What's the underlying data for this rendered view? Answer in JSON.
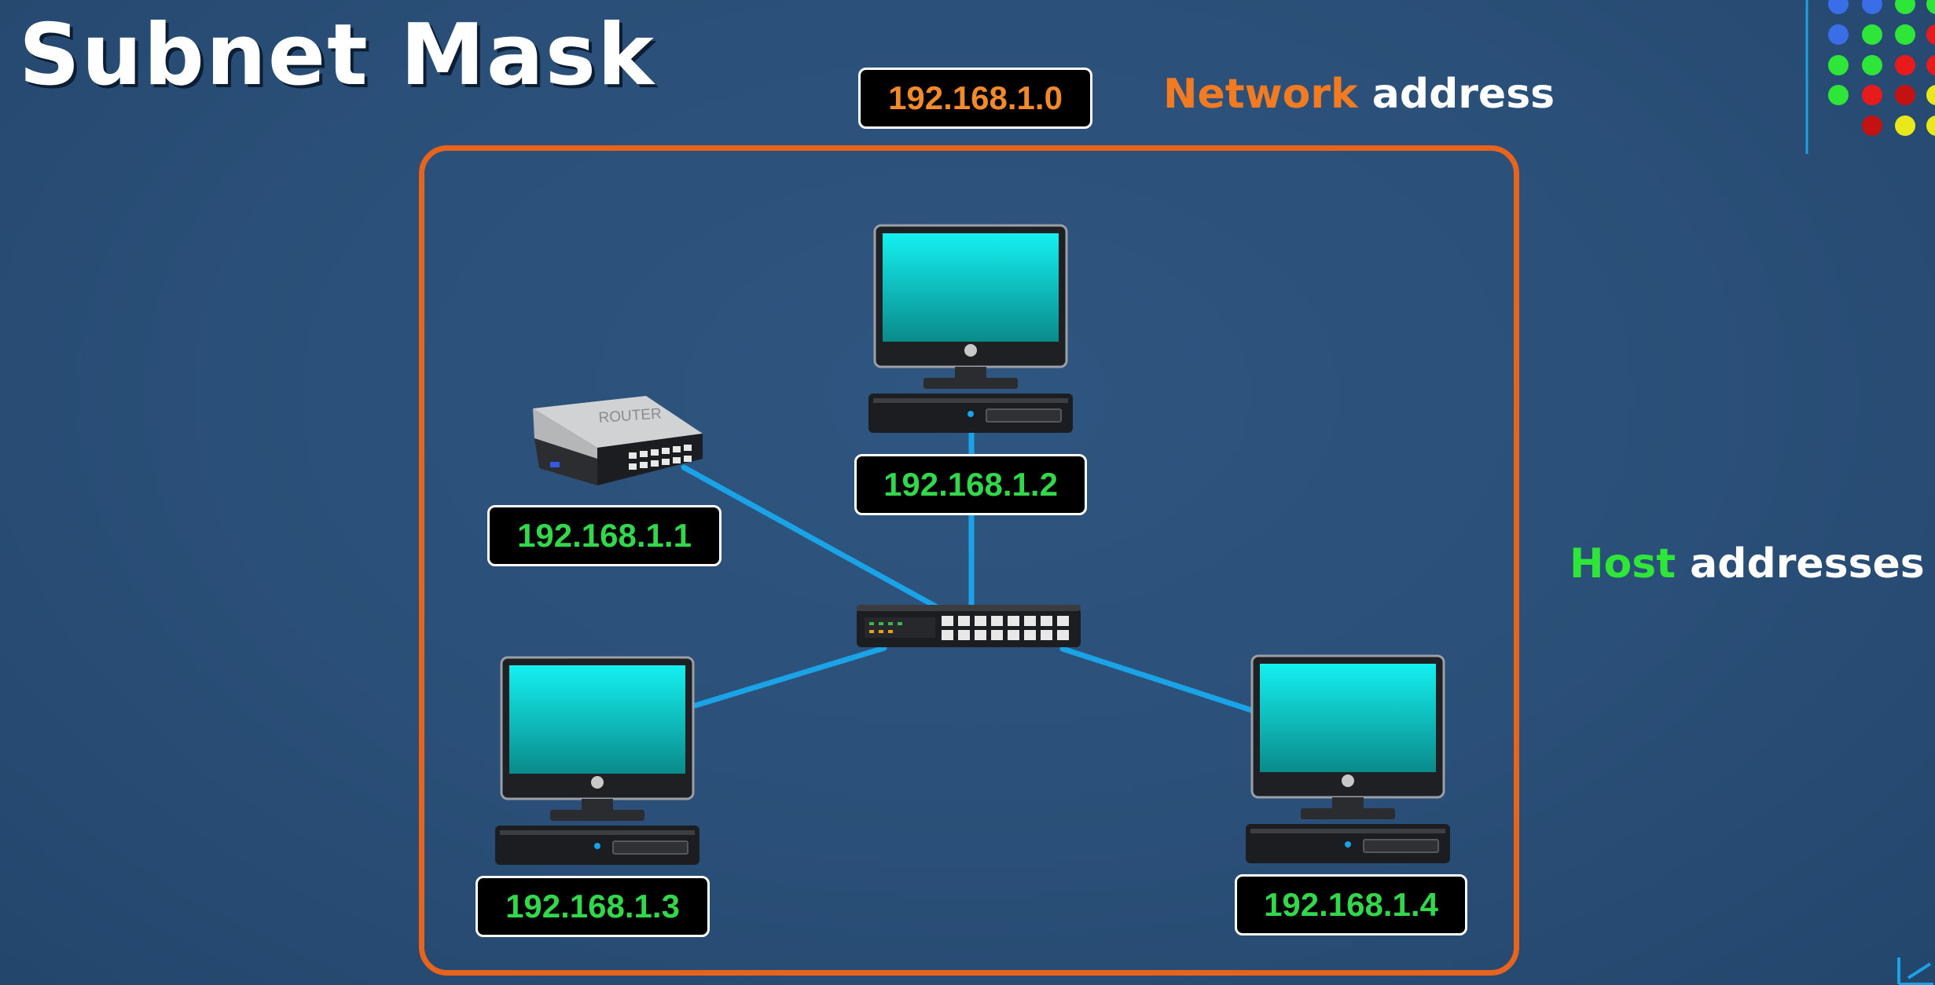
{
  "title": "Subnet Mask",
  "network_address": "192.168.1.0",
  "legend": {
    "network_word": "Network",
    "network_suffix": "address",
    "host_word": "Host",
    "host_suffix": "addresses"
  },
  "router": {
    "label_text": "ROUTER",
    "ip": "192.168.1.1"
  },
  "hosts": [
    {
      "ip": "192.168.1.2"
    },
    {
      "ip": "192.168.1.3"
    },
    {
      "ip": "192.168.1.4"
    }
  ],
  "colors": {
    "background": "#2a4f78",
    "network_accent": "#e8631c",
    "host_accent": "#2ee637",
    "link": "#1aa3e6"
  }
}
